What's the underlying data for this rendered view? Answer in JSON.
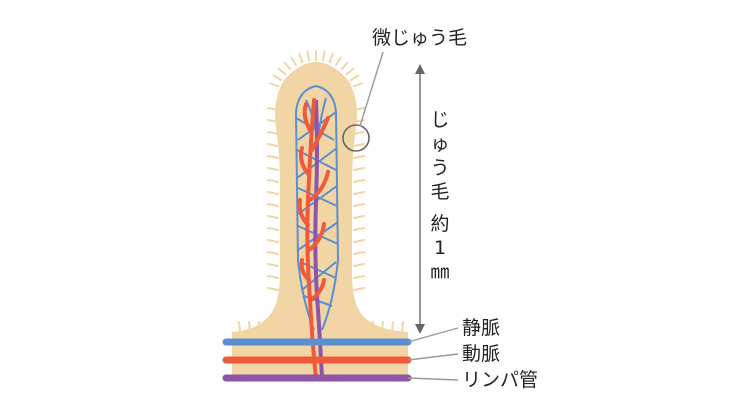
{
  "labels": {
    "microvilli": "微じゅう毛",
    "vein": "静脈",
    "artery": "動脈",
    "lymph": "リンパ管"
  },
  "measure": {
    "chars": [
      "じ",
      "ゅ",
      "う",
      "毛",
      "",
      "約",
      "1",
      "㎜"
    ]
  },
  "colors": {
    "tissue": "#f2d5a4",
    "vein": "#5b8fd0",
    "artery": "#ef5a3c",
    "lymph": "#8e55a8",
    "outline": "#666666",
    "leader": "#999999"
  }
}
